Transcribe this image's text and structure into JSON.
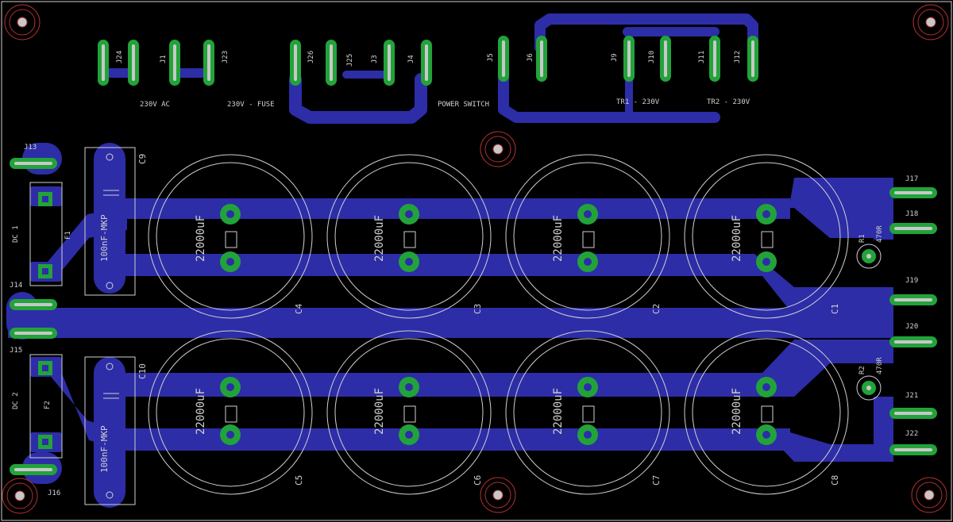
{
  "board": {
    "background": "#000000",
    "copper_color": "#2d2da8",
    "pad_color": "#22a33a",
    "drill_color": "#c8c8c8",
    "silk_color": "#d0d0d0",
    "hole_ring_color": "#b03030"
  },
  "labels": {
    "l_230vac": "230V AC",
    "l_fuse": "230V - FUSE",
    "l_switch": "POWER SWITCH",
    "l_tr1": "TR1 - 230V",
    "l_tr2": "TR2 - 230V"
  },
  "connectors": {
    "j24": "J24",
    "j1": "J1",
    "j23": "J23",
    "j26": "J26",
    "j25": "J25",
    "j3": "J3",
    "j4": "J4",
    "j5": "J5",
    "j6": "J6",
    "j9": "J9",
    "j10": "J10",
    "j11": "J11",
    "j12": "J12",
    "j13": "J13",
    "j14": "J14",
    "j15": "J15",
    "j16": "J16",
    "j17": "J17",
    "j18": "J18",
    "j19": "J19",
    "j20": "J20",
    "j21": "J21",
    "j22": "J22"
  },
  "parts": {
    "c9": "C9",
    "c10": "C10",
    "mkp": "100nF-MKP",
    "dc1": "DC 1",
    "dc2": "DC 2",
    "f1": "F1",
    "f2": "F2",
    "r1": "R1",
    "r2": "R2",
    "r_val": "470R",
    "cap_val": "22000uF",
    "c1": "C1",
    "c2": "C2",
    "c3": "C3",
    "c4": "C4",
    "c5": "C5",
    "c6": "C6",
    "c7": "C7",
    "c8": "C8"
  }
}
